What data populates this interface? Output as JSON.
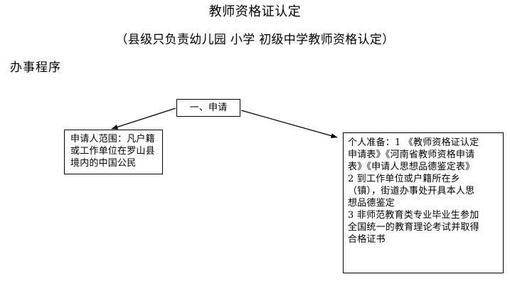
{
  "document": {
    "title": "教师资格证认定",
    "subtitle": "（县级只负责幼儿园  小学  初级中学教师资格认定）",
    "section_heading": "办事程序"
  },
  "flowchart": {
    "nodes": [
      {
        "id": "apply",
        "label": "一、申请",
        "role": "process-step"
      },
      {
        "id": "scope",
        "label": "申请人范围：凡户籍\n或工作单位在罗山县\n境内的中国公民",
        "role": "detail"
      },
      {
        "id": "prep",
        "label": "个人准备：1 《教师资格证认定\n申请表》《河南省教师资格申请\n表》《申请人思想品德鉴定表》\n2 到工作单位或户籍所在乡\n（镇），街道办事处开具本人思\n想品德鉴定\n3 非师范教育类专业毕业生参加\n全国统一的教育理论考试并取得\n合格证书",
        "role": "detail"
      }
    ],
    "edges": [
      {
        "id": "apply-to-scope",
        "from": "apply",
        "to": "scope",
        "direction": "down-left"
      },
      {
        "id": "apply-to-prep",
        "from": "apply",
        "to": "prep",
        "direction": "down-right"
      }
    ]
  },
  "style": {
    "page_background": "#ffffff",
    "text_color": "#000000",
    "border_color": "#000000"
  }
}
